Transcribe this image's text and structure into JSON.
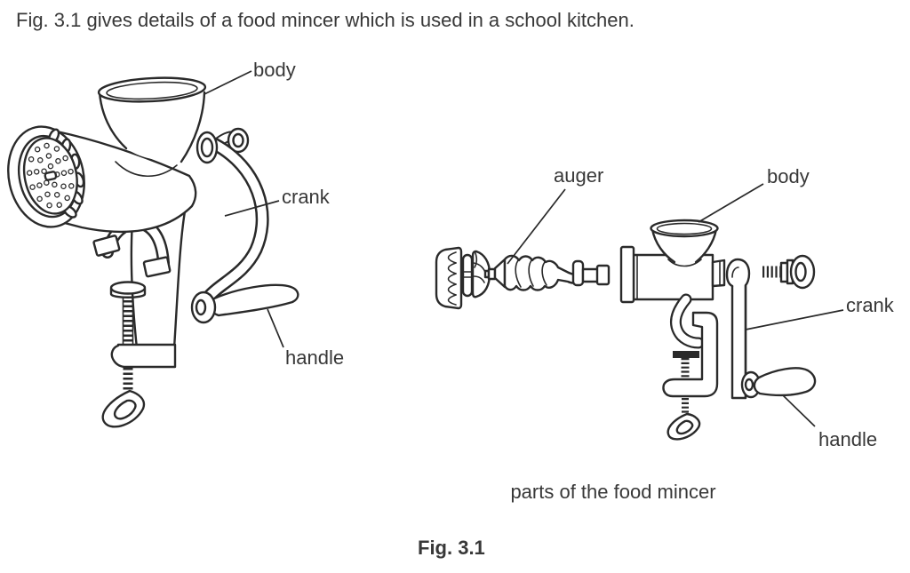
{
  "figure": {
    "intro_text": "Fig. 3.1 gives details of a food mincer which is used in a school kitchen.",
    "caption": "parts of the food mincer",
    "figure_label": "Fig. 3.1"
  },
  "assembled_view": {
    "labels": {
      "body": "body",
      "crank": "crank",
      "handle": "handle"
    }
  },
  "exploded_view": {
    "labels": {
      "auger": "auger",
      "body": "body",
      "crank": "crank",
      "handle": "handle"
    }
  },
  "colors": {
    "ink": "#2a2a2a",
    "text": "#383838",
    "background": "#ffffff"
  }
}
